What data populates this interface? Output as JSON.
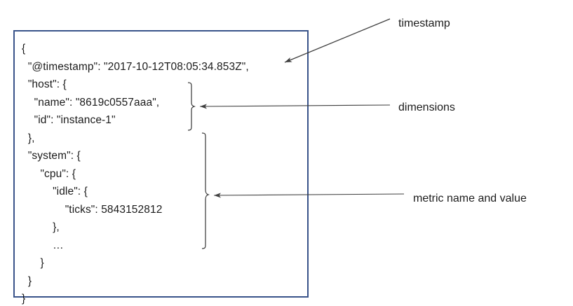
{
  "diagram": {
    "type": "annotated-json-document",
    "json_document": {
      "lines": [
        "{",
        "  \"@timestamp\": \"2017-10-12T08:05:34.853Z\",",
        "  \"host\": {",
        "    \"name\": \"8619c0557aaa\",",
        "    \"id\": \"instance-1\"",
        "  },",
        "  \"system\": {",
        "      \"cpu\": {",
        "          \"idle\": {",
        "              \"ticks\": 5843152812",
        "          },",
        "          …",
        "      }",
        "  }",
        "}"
      ],
      "text": "{\n  \"@timestamp\": \"2017-10-12T08:05:34.853Z\",\n  \"host\": {\n    \"name\": \"8619c0557aaa\",\n    \"id\": \"instance-1\"\n  },\n  \"system\": {\n      \"cpu\": {\n          \"idle\": {\n              \"ticks\": 5843152812\n          },\n          …\n      }\n  }\n}",
      "fields": {
        "timestamp_value": "2017-10-12T08:05:34.853Z",
        "host_name": "8619c0557aaa",
        "host_id": "instance-1",
        "cpu_idle_ticks": "5843152812"
      }
    },
    "annotations": [
      {
        "label": "timestamp",
        "target": "@timestamp field",
        "connector": "diagonal-arrow"
      },
      {
        "label": "dimensions",
        "target": "host object",
        "connector": "brace-and-arrow"
      },
      {
        "label": "metric name and value",
        "target": "system.cpu.idle.ticks",
        "connector": "brace-and-arrow"
      }
    ],
    "colors": {
      "panel_border": "#39538a",
      "text": "#1b1b1b",
      "connector": "#3f3f3f",
      "background": "#ffffff"
    }
  }
}
